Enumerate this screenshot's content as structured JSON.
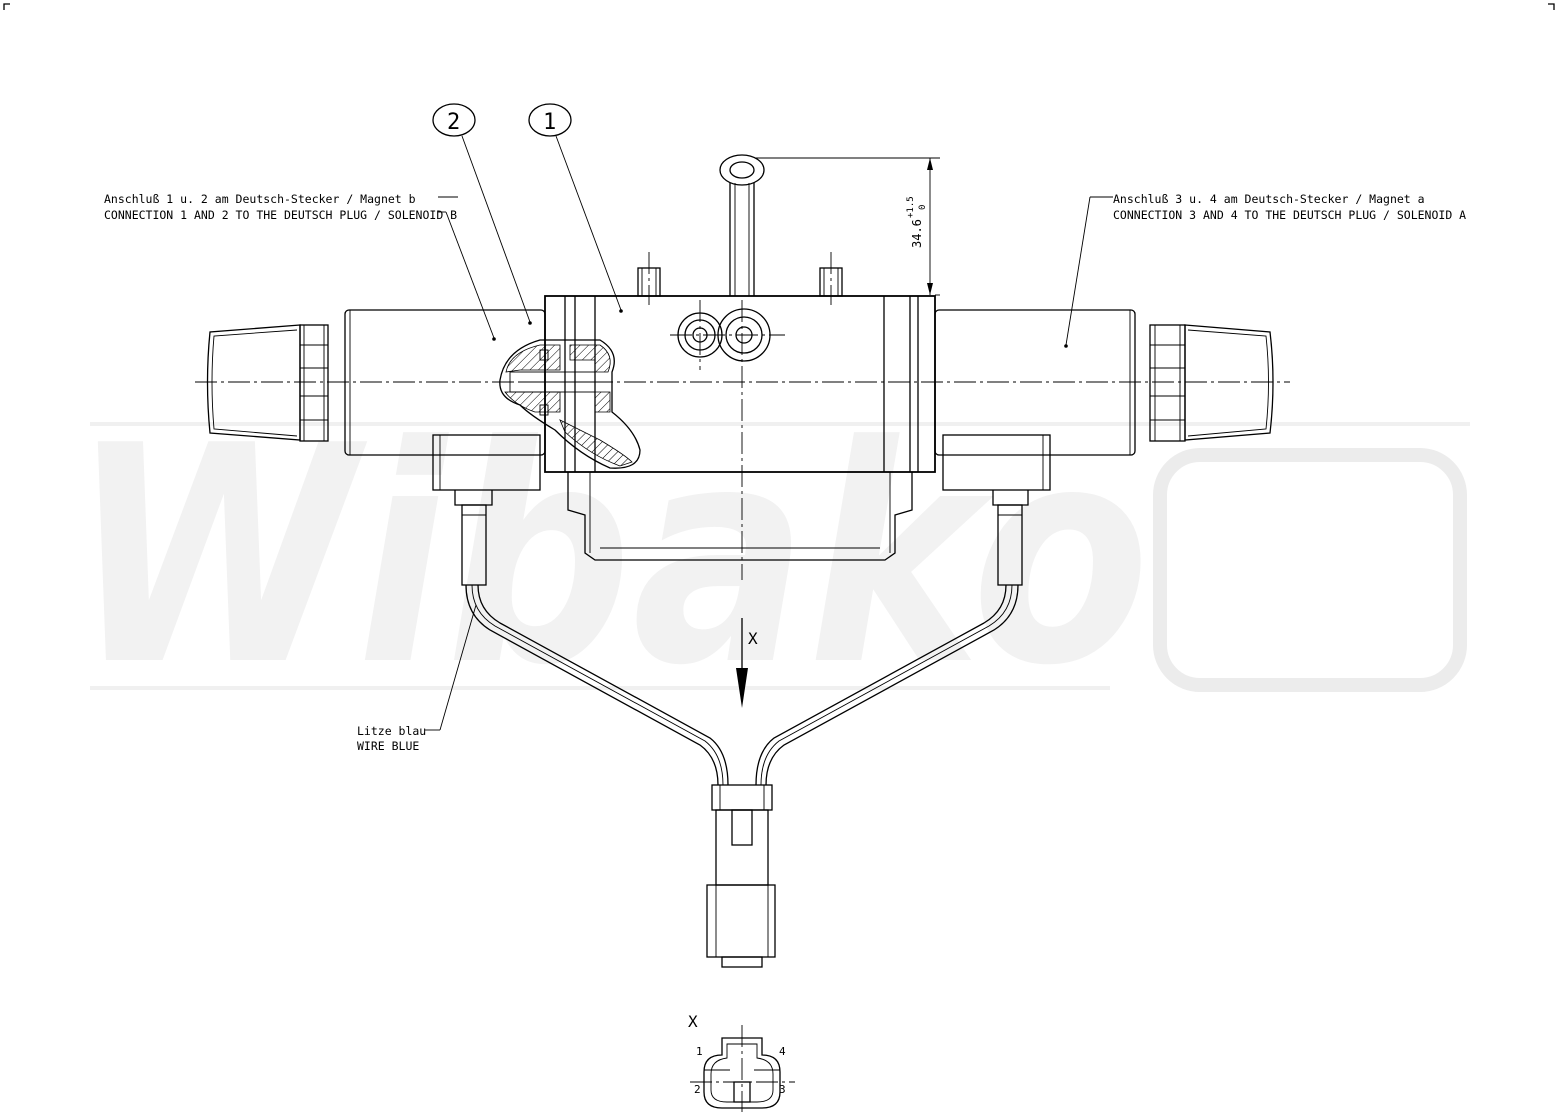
{
  "watermark": {
    "brand": "Wibako"
  },
  "balloons": [
    {
      "id": "balloon-1",
      "text": "1"
    },
    {
      "id": "balloon-2",
      "text": "2"
    }
  ],
  "labels": {
    "left_de": "Anschluß 1 u. 2 am Deutsch-Stecker / Magnet b",
    "left_en": "CONNECTION 1 AND 2 TO THE DEUTSCH PLUG / SOLENOID B",
    "right_de": "Anschluß 3 u. 4 am Deutsch-Stecker / Magnet a",
    "right_en": "CONNECTION 3 AND 4 TO THE DEUTSCH PLUG / SOLENOID A",
    "wire_de": "Litze blau",
    "wire_en": "WIRE BLUE"
  },
  "dimension": {
    "value": "34.6",
    "tol_upper": "+1.5",
    "tol_lower": "0"
  },
  "view": {
    "arrow_label": "X",
    "detail_label": "X"
  },
  "pins": [
    "1",
    "2",
    "3",
    "4"
  ]
}
